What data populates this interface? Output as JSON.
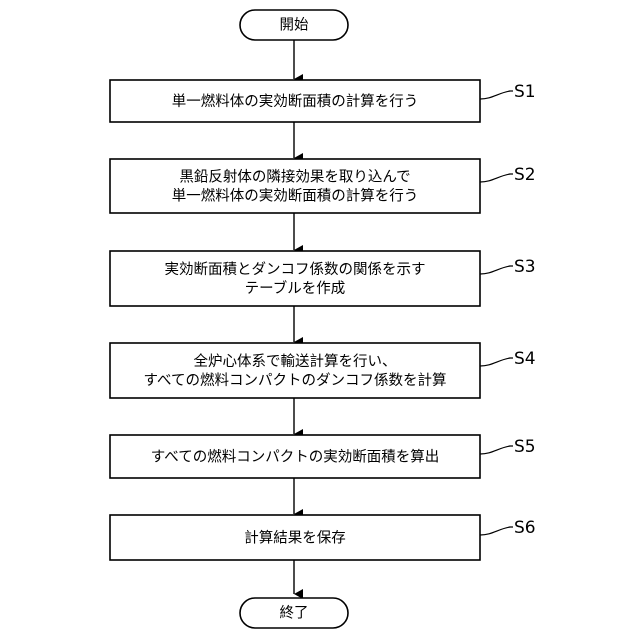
{
  "flowchart": {
    "start": "開始",
    "end": "終了",
    "steps": [
      {
        "id": "S1",
        "lines": [
          "単一燃料体の実効断面積の計算を行う"
        ]
      },
      {
        "id": "S2",
        "lines": [
          "黒鉛反射体の隣接効果を取り込んで",
          "単一燃料体の実効断面積の計算を行う"
        ]
      },
      {
        "id": "S3",
        "lines": [
          "実効断面積とダンコフ係数の関係を示す",
          "テーブルを作成"
        ]
      },
      {
        "id": "S4",
        "lines": [
          "全炉心体系で輸送計算を行い、",
          "すべての燃料コンパクトのダンコフ係数を計算"
        ]
      },
      {
        "id": "S5",
        "lines": [
          "すべての燃料コンパクトの実効断面積を算出"
        ]
      },
      {
        "id": "S6",
        "lines": [
          "計算結果を保存"
        ]
      }
    ]
  }
}
